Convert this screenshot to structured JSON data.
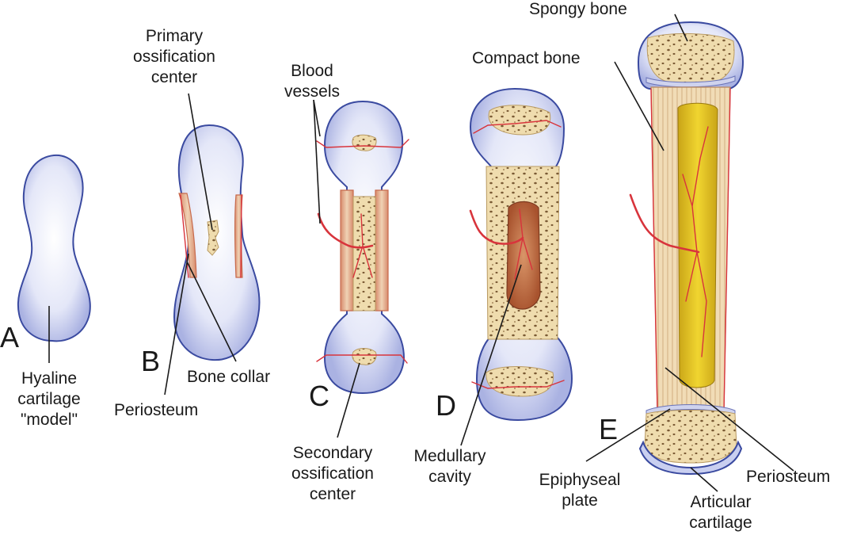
{
  "stages": {
    "a": "A",
    "b": "B",
    "c": "C",
    "d": "D",
    "e": "E"
  },
  "labels": {
    "hyaline_1": "Hyaline",
    "hyaline_2": "cartilage",
    "hyaline_3": "\"model\"",
    "primary_1": "Primary",
    "primary_2": "ossification",
    "primary_3": "center",
    "bone_collar": "Bone collar",
    "periosteum_b": "Periosteum",
    "blood_1": "Blood",
    "blood_2": "vessels",
    "secondary_1": "Secondary",
    "secondary_2": "ossification",
    "secondary_3": "center",
    "medullary_1": "Medullary",
    "medullary_2": "cavity",
    "spongy_bone": "Spongy bone",
    "compact_bone": "Compact bone",
    "epiphyseal_1": "Epiphyseal",
    "epiphyseal_2": "plate",
    "articular_1": "Articular",
    "articular_2": "cartilage",
    "periosteum_e": "Periosteum"
  },
  "colors": {
    "cartilage": "#c9cff0",
    "cartilage_outline": "#3a4aa0",
    "spongy_bone": "#efdcae",
    "bone_collar": "#e8b99a",
    "vessel": "#d8343c",
    "marrow": "#e0c21c",
    "medullary": "#b8623c"
  }
}
